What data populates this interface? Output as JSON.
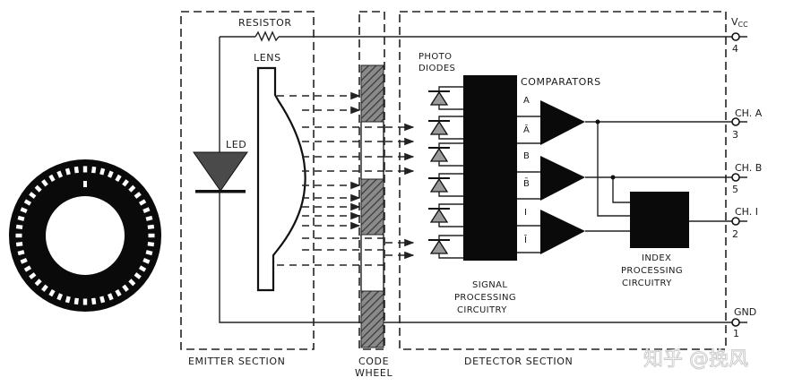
{
  "diagram": {
    "title": "Optical encoder block diagram",
    "sections": {
      "emitter": "EMITTER SECTION",
      "code_wheel_line1": "CODE",
      "code_wheel_line2": "WHEEL",
      "detector": "DETECTOR SECTION"
    },
    "components": {
      "resistor": "RESISTOR",
      "lens": "LENS",
      "led": "LED",
      "photodiodes_line1": "PHOTO",
      "photodiodes_line2": "DIODES",
      "comparators": "COMPARATORS",
      "signal_processing_line1": "SIGNAL",
      "signal_processing_line2": "PROCESSING",
      "signal_processing_line3": "CIRCUITRY",
      "index_processing_line1": "INDEX",
      "index_processing_line2": "PROCESSING",
      "index_processing_line3": "CIRCUITRY"
    },
    "comparator_inputs": [
      "A",
      "Ā",
      "B",
      "B̄",
      "I",
      "Ī"
    ],
    "pins": [
      {
        "name": "VCC",
        "name_main": "V",
        "name_sub": "CC",
        "number": "4"
      },
      {
        "name": "CH. A",
        "number": "3"
      },
      {
        "name": "CH. B",
        "number": "5"
      },
      {
        "name": "CH. I",
        "number": "2"
      },
      {
        "name": "GND",
        "number": "1"
      }
    ],
    "code_wheel_image": "code-wheel-disc",
    "photodiode_count": 6,
    "colors": {
      "ink": "#1a1a1a",
      "gray_fill": "#6e6e6e",
      "diode_fill": "#9a9a9a"
    }
  },
  "watermark": "知乎 @挽风"
}
